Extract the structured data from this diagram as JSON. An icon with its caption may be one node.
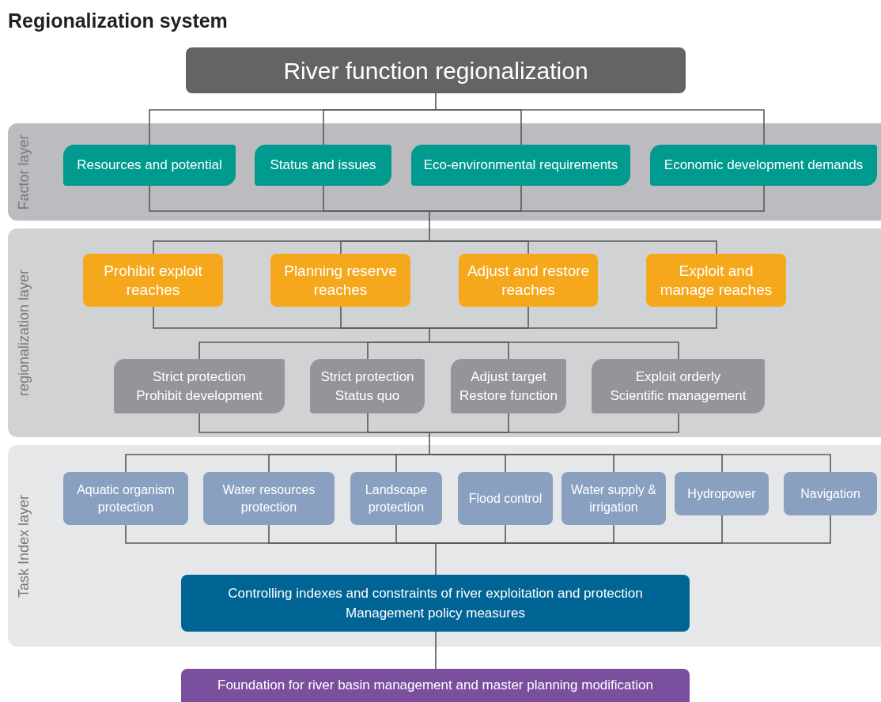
{
  "diagram": {
    "title": "Regionalization system",
    "nodes": [
      {
        "text": [
          "River function regionalization"
        ]
      },
      {
        "text": [
          "Factor layer"
        ]
      },
      {
        "text": [
          "Resources and potential"
        ],
        "in": 1
      },
      {
        "text": [
          "Status and issues"
        ],
        "in": 1
      },
      {
        "text": [
          "Eco-environmental requirements"
        ],
        "in": 1
      },
      {
        "text": [
          "Economic development demands"
        ],
        "in": 1
      },
      {
        "text": [
          "regionalization layer"
        ]
      },
      {
        "text": [
          "Prohibit exploit reaches"
        ],
        "in": 6
      },
      {
        "text": [
          "Planning reserve reaches"
        ],
        "in": 6
      },
      {
        "text": [
          "Adjust and restore reaches"
        ],
        "in": 6
      },
      {
        "text": [
          "Exploit and manage reaches"
        ],
        "in": 6
      },
      {
        "text": [
          "Strict protection",
          "Prohibit development"
        ],
        "in": 6
      },
      {
        "text": [
          "Strict protection",
          "Status quo"
        ],
        "in": 6
      },
      {
        "text": [
          "Adjust target",
          "Restore function"
        ],
        "in": 6
      },
      {
        "text": [
          "Exploit orderly",
          "Scientific management"
        ],
        "in": 6
      },
      {
        "text": [
          "Task Index layer"
        ]
      },
      {
        "text": [
          "Aquatic organism protection"
        ],
        "in": 15
      },
      {
        "text": [
          "Water resources protection"
        ],
        "in": 15
      },
      {
        "text": [
          "Landscape protection"
        ],
        "in": 15
      },
      {
        "text": [
          "Flood control"
        ],
        "in": 15
      },
      {
        "text": [
          "Water supply & irrigation"
        ],
        "in": 15
      },
      {
        "text": [
          "Hydropower"
        ],
        "in": 15
      },
      {
        "text": [
          "Navigation"
        ],
        "in": 15
      },
      {
        "text": [
          "Controlling indexes and constraints of river exploitation and protection",
          "Management policy measures"
        ],
        "in": 15
      },
      {
        "text": [
          "Foundation for river basin management and master planning modification"
        ]
      }
    ],
    "edges": [
      {
        "from": 0,
        "to": 2,
        "arrow": "none"
      },
      {
        "from": 0,
        "to": 3,
        "arrow": "none"
      },
      {
        "from": 0,
        "to": 4,
        "arrow": "none"
      },
      {
        "from": 0,
        "to": 5,
        "arrow": "none"
      },
      {
        "from": 2,
        "to": 7,
        "arrow": "none"
      },
      {
        "from": 2,
        "to": 8,
        "arrow": "none"
      },
      {
        "from": 2,
        "to": 9,
        "arrow": "none"
      },
      {
        "from": 2,
        "to": 10,
        "arrow": "none"
      },
      {
        "from": 3,
        "to": 7,
        "arrow": "none"
      },
      {
        "from": 3,
        "to": 8,
        "arrow": "none"
      },
      {
        "from": 3,
        "to": 9,
        "arrow": "none"
      },
      {
        "from": 3,
        "to": 10,
        "arrow": "none"
      },
      {
        "from": 4,
        "to": 7,
        "arrow": "none"
      },
      {
        "from": 4,
        "to": 8,
        "arrow": "none"
      },
      {
        "from": 4,
        "to": 9,
        "arrow": "none"
      },
      {
        "from": 4,
        "to": 10,
        "arrow": "none"
      },
      {
        "from": 5,
        "to": 7,
        "arrow": "none"
      },
      {
        "from": 5,
        "to": 8,
        "arrow": "none"
      },
      {
        "from": 5,
        "to": 9,
        "arrow": "none"
      },
      {
        "from": 5,
        "to": 10,
        "arrow": "none"
      },
      {
        "from": 7,
        "to": 11,
        "arrow": "none"
      },
      {
        "from": 7,
        "to": 12,
        "arrow": "none"
      },
      {
        "from": 7,
        "to": 13,
        "arrow": "none"
      },
      {
        "from": 7,
        "to": 14,
        "arrow": "none"
      },
      {
        "from": 8,
        "to": 11,
        "arrow": "none"
      },
      {
        "from": 8,
        "to": 12,
        "arrow": "none"
      },
      {
        "from": 8,
        "to": 13,
        "arrow": "none"
      },
      {
        "from": 8,
        "to": 14,
        "arrow": "none"
      },
      {
        "from": 9,
        "to": 11,
        "arrow": "none"
      },
      {
        "from": 9,
        "to": 12,
        "arrow": "none"
      },
      {
        "from": 9,
        "to": 13,
        "arrow": "none"
      },
      {
        "from": 9,
        "to": 14,
        "arrow": "none"
      },
      {
        "from": 10,
        "to": 11,
        "arrow": "none"
      },
      {
        "from": 10,
        "to": 12,
        "arrow": "none"
      },
      {
        "from": 10,
        "to": 13,
        "arrow": "none"
      },
      {
        "from": 10,
        "to": 14,
        "arrow": "none"
      },
      {
        "from": 11,
        "to": 16,
        "arrow": "none"
      },
      {
        "from": 11,
        "to": 17,
        "arrow": "none"
      },
      {
        "from": 11,
        "to": 18,
        "arrow": "none"
      },
      {
        "from": 11,
        "to": 19,
        "arrow": "none"
      },
      {
        "from": 11,
        "to": 20,
        "arrow": "none"
      },
      {
        "from": 11,
        "to": 21,
        "arrow": "none"
      },
      {
        "from": 11,
        "to": 22,
        "arrow": "none"
      },
      {
        "from": 12,
        "to": 16,
        "arrow": "none"
      },
      {
        "from": 12,
        "to": 17,
        "arrow": "none"
      },
      {
        "from": 12,
        "to": 18,
        "arrow": "none"
      },
      {
        "from": 12,
        "to": 19,
        "arrow": "none"
      },
      {
        "from": 12,
        "to": 20,
        "arrow": "none"
      },
      {
        "from": 12,
        "to": 21,
        "arrow": "none"
      },
      {
        "from": 12,
        "to": 22,
        "arrow": "none"
      },
      {
        "from": 13,
        "to": 16,
        "arrow": "none"
      },
      {
        "from": 13,
        "to": 17,
        "arrow": "none"
      },
      {
        "from": 13,
        "to": 18,
        "arrow": "none"
      },
      {
        "from": 13,
        "to": 19,
        "arrow": "none"
      },
      {
        "from": 13,
        "to": 20,
        "arrow": "none"
      },
      {
        "from": 13,
        "to": 21,
        "arrow": "none"
      },
      {
        "from": 13,
        "to": 22,
        "arrow": "none"
      },
      {
        "from": 14,
        "to": 16,
        "arrow": "none"
      },
      {
        "from": 14,
        "to": 17,
        "arrow": "none"
      },
      {
        "from": 14,
        "to": 18,
        "arrow": "none"
      },
      {
        "from": 14,
        "to": 19,
        "arrow": "none"
      },
      {
        "from": 14,
        "to": 20,
        "arrow": "none"
      },
      {
        "from": 14,
        "to": 21,
        "arrow": "none"
      },
      {
        "from": 14,
        "to": 22,
        "arrow": "none"
      },
      {
        "from": 16,
        "to": 23,
        "arrow": "none"
      },
      {
        "from": 17,
        "to": 23,
        "arrow": "none"
      },
      {
        "from": 18,
        "to": 23,
        "arrow": "none"
      },
      {
        "from": 19,
        "to": 23,
        "arrow": "none"
      },
      {
        "from": 20,
        "to": 23,
        "arrow": "none"
      },
      {
        "from": 21,
        "to": 23,
        "arrow": "none"
      },
      {
        "from": 22,
        "to": 23,
        "arrow": "none"
      },
      {
        "from": 23,
        "to": 24,
        "arrow": "none"
      }
    ]
  }
}
